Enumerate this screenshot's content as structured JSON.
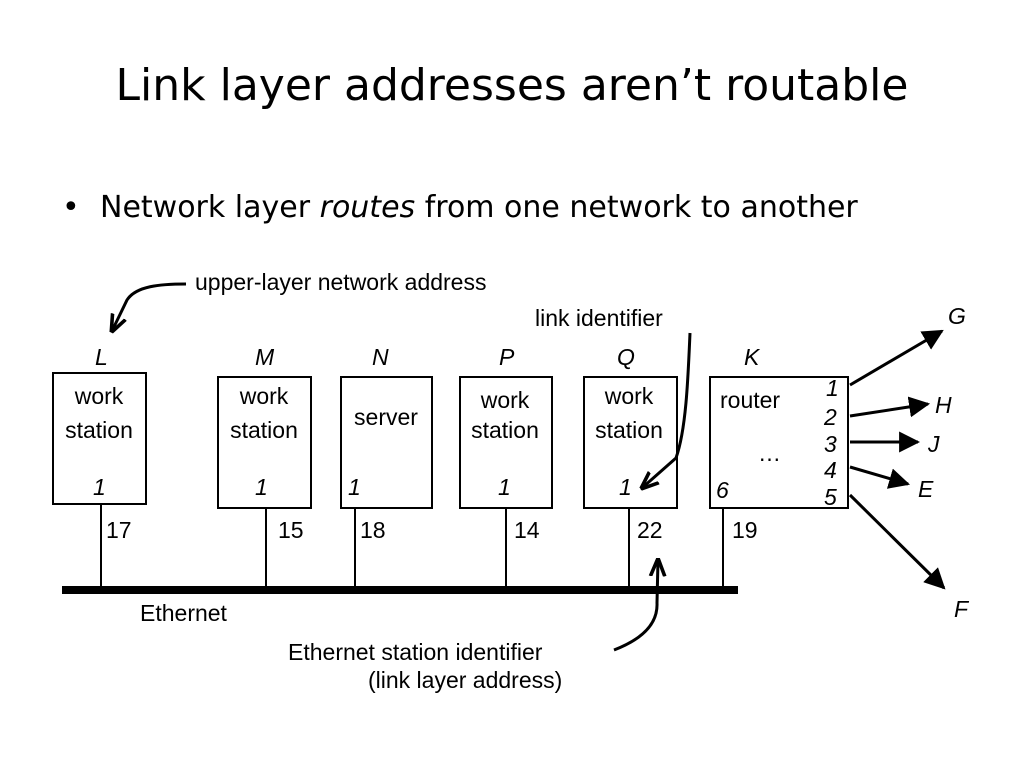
{
  "title": "Link layer addresses aren’t routable",
  "bullet": {
    "marker": "•",
    "pre": "Network layer ",
    "emphasis": "routes",
    "post": " from one network to another"
  },
  "diagram": {
    "annotations": {
      "upper_layer": "upper-layer network address",
      "link_identifier": "link identifier",
      "ethernet_station_identifier": "Ethernet station identifier",
      "link_layer_address": "(link layer address)"
    },
    "bus_label": "Ethernet",
    "nodes": [
      {
        "name": "L",
        "line1": "work",
        "line2": "station",
        "link_id": "1",
        "ethernet_id": "17"
      },
      {
        "name": "M",
        "line1": "work",
        "line2": "station",
        "link_id": "1",
        "ethernet_id": "15"
      },
      {
        "name": "N",
        "line1": "server",
        "line2": "",
        "link_id": "1",
        "ethernet_id": "18"
      },
      {
        "name": "P",
        "line1": "work",
        "line2": "station",
        "link_id": "1",
        "ethernet_id": "14"
      },
      {
        "name": "Q",
        "line1": "work",
        "line2": "station",
        "link_id": "1",
        "ethernet_id": "22"
      }
    ],
    "router": {
      "name": "K",
      "label": "router",
      "ellipsis": "…",
      "ethernet_port": "6",
      "ethernet_id": "19",
      "ports": [
        "1",
        "2",
        "3",
        "4",
        "5"
      ],
      "destinations": [
        "G",
        "H",
        "J",
        "E",
        "F"
      ]
    }
  }
}
